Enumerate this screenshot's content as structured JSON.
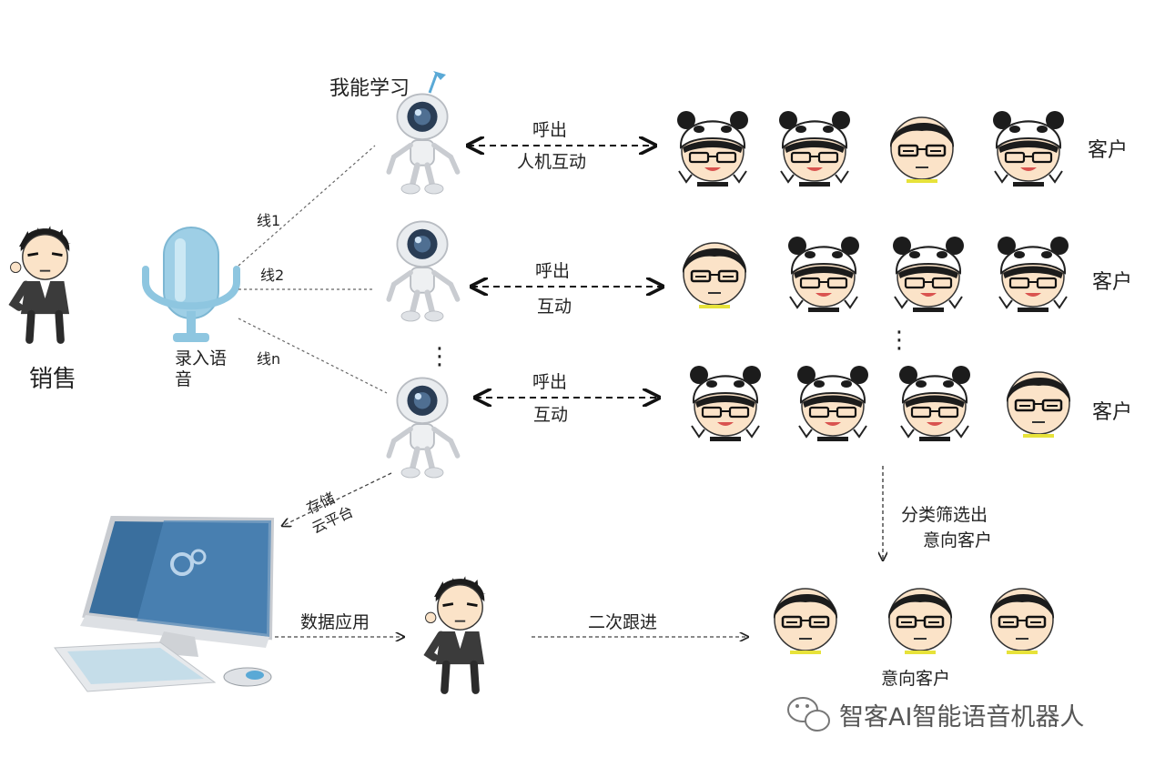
{
  "labels": {
    "sales": "销售",
    "mic": "录入语\n音",
    "robot_learn": "我能学习",
    "line1": "线1",
    "line2": "线2",
    "linen": "线n",
    "dots": "⋮",
    "storage": "存储\n云平台",
    "data_app": "数据应用",
    "follow_up": "二次跟进",
    "classify": "分类筛选出\n意向客户",
    "intent_customers": "意向客户",
    "watermark": "智客AI智能语音机器人"
  },
  "rows": [
    {
      "top_label": "呼出",
      "bottom_label": "人机互动",
      "customers_label": "客户",
      "faces": [
        "panda",
        "panda",
        "plain",
        "panda"
      ]
    },
    {
      "top_label": "呼出",
      "bottom_label": "互动",
      "customers_label": "客户",
      "faces": [
        "plain",
        "panda",
        "panda",
        "panda"
      ]
    },
    {
      "top_label": "呼出",
      "bottom_label": "互动",
      "customers_label": "客户",
      "faces": [
        "panda",
        "panda",
        "panda",
        "plain"
      ]
    }
  ],
  "intent_faces": [
    "plain",
    "plain",
    "plain"
  ],
  "colors": {
    "mic": "#9ecfe6",
    "monitor": "#3a6f9e",
    "robot_eye": "#2a3d55",
    "highlight": "#5aa9d6"
  },
  "icons": {
    "watermark": "wechat-icon",
    "monitor_logo": "gear-icon"
  }
}
